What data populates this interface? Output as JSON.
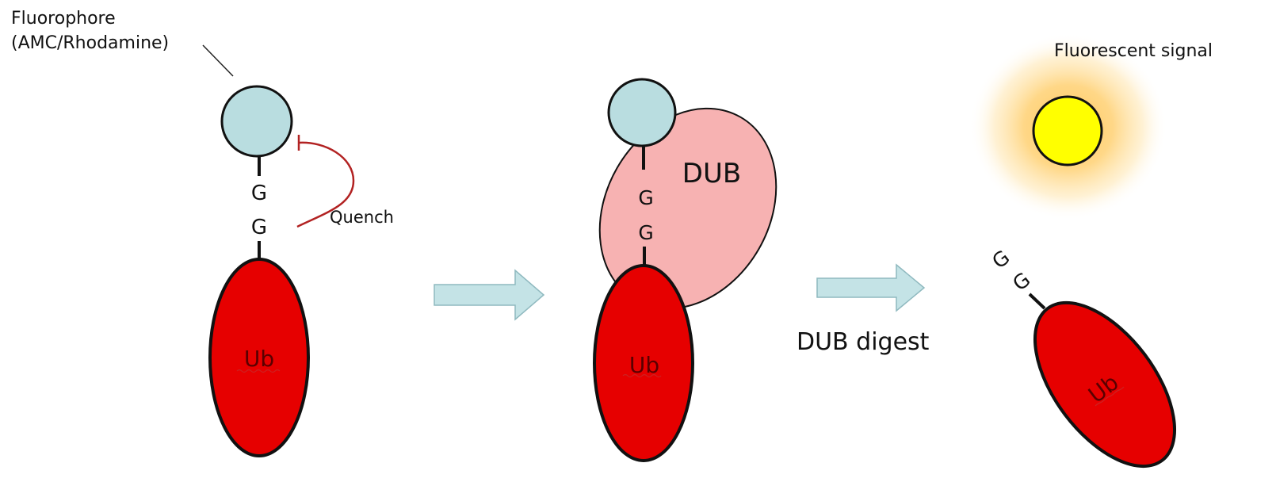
{
  "labels": {
    "fluorophore_line1": "Fluorophore",
    "fluorophore_line2": "(AMC/Rhodamine)",
    "quench": "Quench",
    "fluorescent_signal": "Fluorescent signal",
    "dub_digest": "DUB digest",
    "dub": "DUB",
    "ub": "Ub",
    "glycine": "G"
  },
  "colors": {
    "fluorophore": "#b9dde0",
    "ubiquitin": "#e60000",
    "dub_enzyme": "#f7b2b2",
    "arrow": "#c4e3e6",
    "quench_line": "#b22222",
    "signal": "#ffff00",
    "glow": "#ffd37a"
  },
  "icons": {
    "arrow": "block-arrow-right",
    "quench": "inhibition-line"
  }
}
